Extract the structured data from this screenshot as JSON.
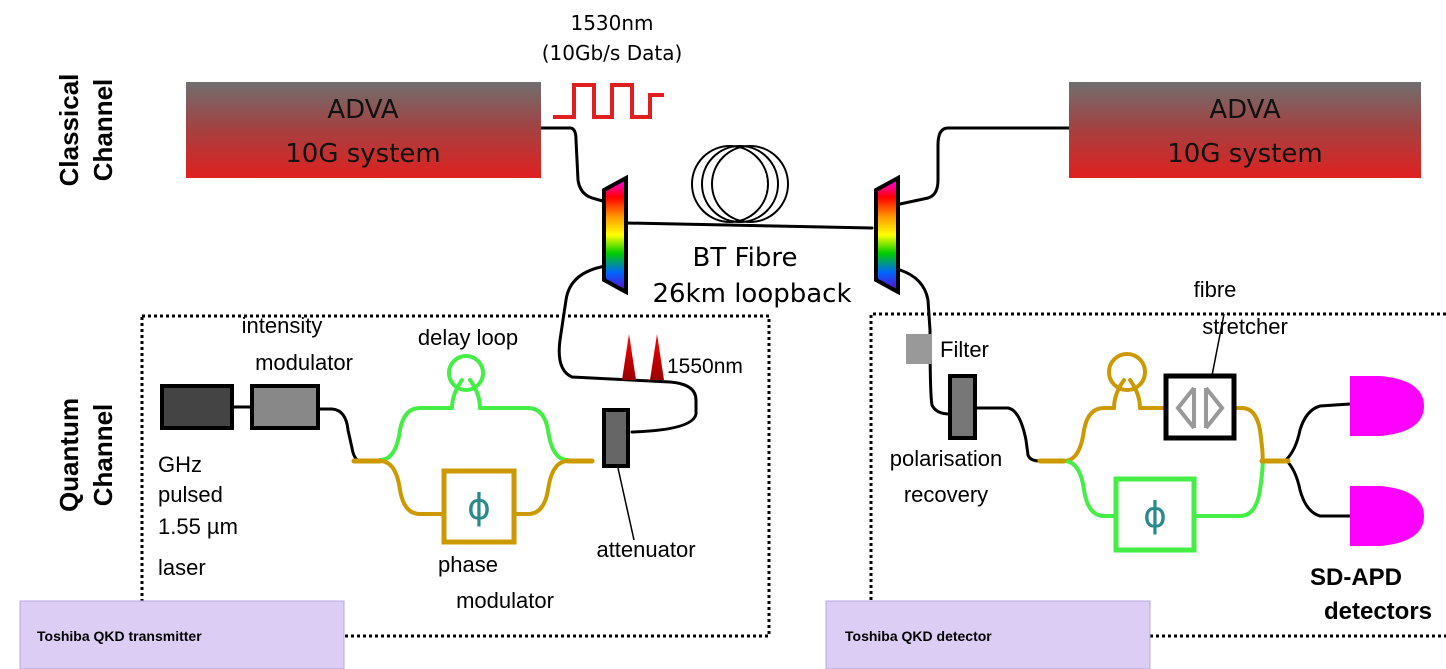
{
  "channels": {
    "classical_line1": "Classical",
    "classical_line2": "Channel",
    "quantum_line1": "Quantum",
    "quantum_line2": "Channel"
  },
  "classical": {
    "wavelength": "1530nm",
    "rate": "(10Gb/s Data)",
    "left_system": {
      "line1": "ADVA",
      "line2": "10G system"
    },
    "right_system": {
      "line1": "ADVA",
      "line2": "10G system"
    },
    "fibre_line1": "BT Fibre",
    "fibre_line2": "26km loopback"
  },
  "transmitter": {
    "laser": [
      "GHz",
      "pulsed",
      "1.55 µm",
      "laser"
    ],
    "intensity_modulator": [
      "intensity",
      "modulator"
    ],
    "delay_loop": "delay loop",
    "phase_symbol": "ϕ",
    "phase_modulator": [
      "phase",
      "modulator"
    ],
    "attenuator": "attenuator",
    "quantum_wavelength": "1550nm",
    "caption": "Toshiba QKD transmitter"
  },
  "detector": {
    "filter": "Filter",
    "polarisation_recovery": [
      "polarisation",
      "recovery"
    ],
    "fibre_stretcher": [
      "fibre",
      "stretcher"
    ],
    "phase_symbol": "ϕ",
    "sd_apd": [
      "SD-APD",
      "detectors"
    ],
    "caption": "Toshiba QKD detector"
  },
  "colors": {
    "rail_green": "#44ee44",
    "rail_gold": "#cc9900",
    "apd_magenta": "#ff00ff",
    "pulse_red": "#e02020",
    "caption_bg": "#dccdf5"
  }
}
